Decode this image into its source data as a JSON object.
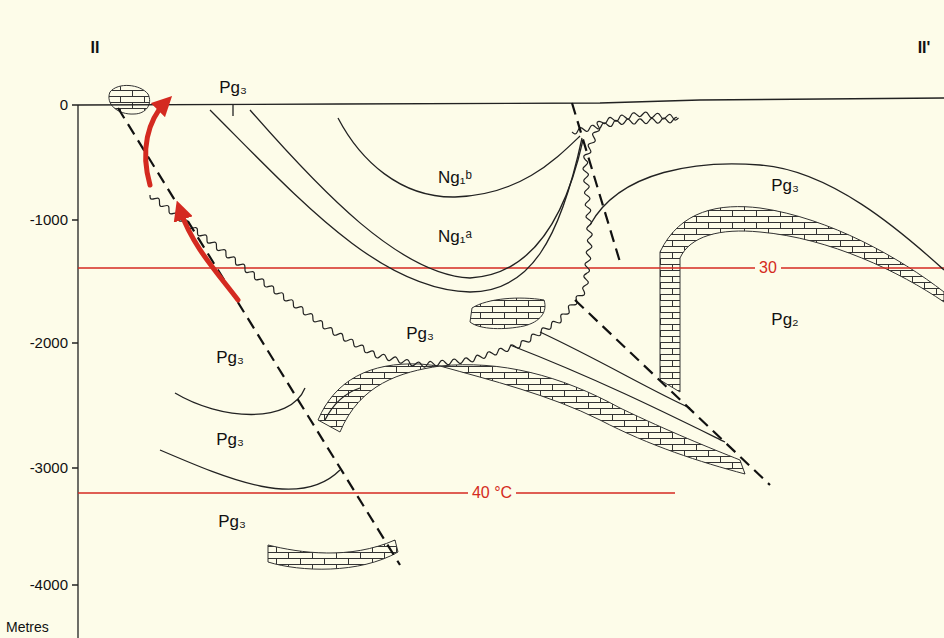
{
  "diagram": {
    "labels": [
      "II",
      "II'",
      "0",
      "-1000",
      "-2000",
      "-3000",
      "-4000",
      "Metres",
      "Pg₃",
      "Ng₁ᵇ",
      "Ng₁ᵃ",
      "Pg₃",
      "Pg₂",
      "Pg₃",
      "Pg₃",
      "Pg₃",
      "Pg₃",
      "30",
      "40 °C"
    ]
  }
}
